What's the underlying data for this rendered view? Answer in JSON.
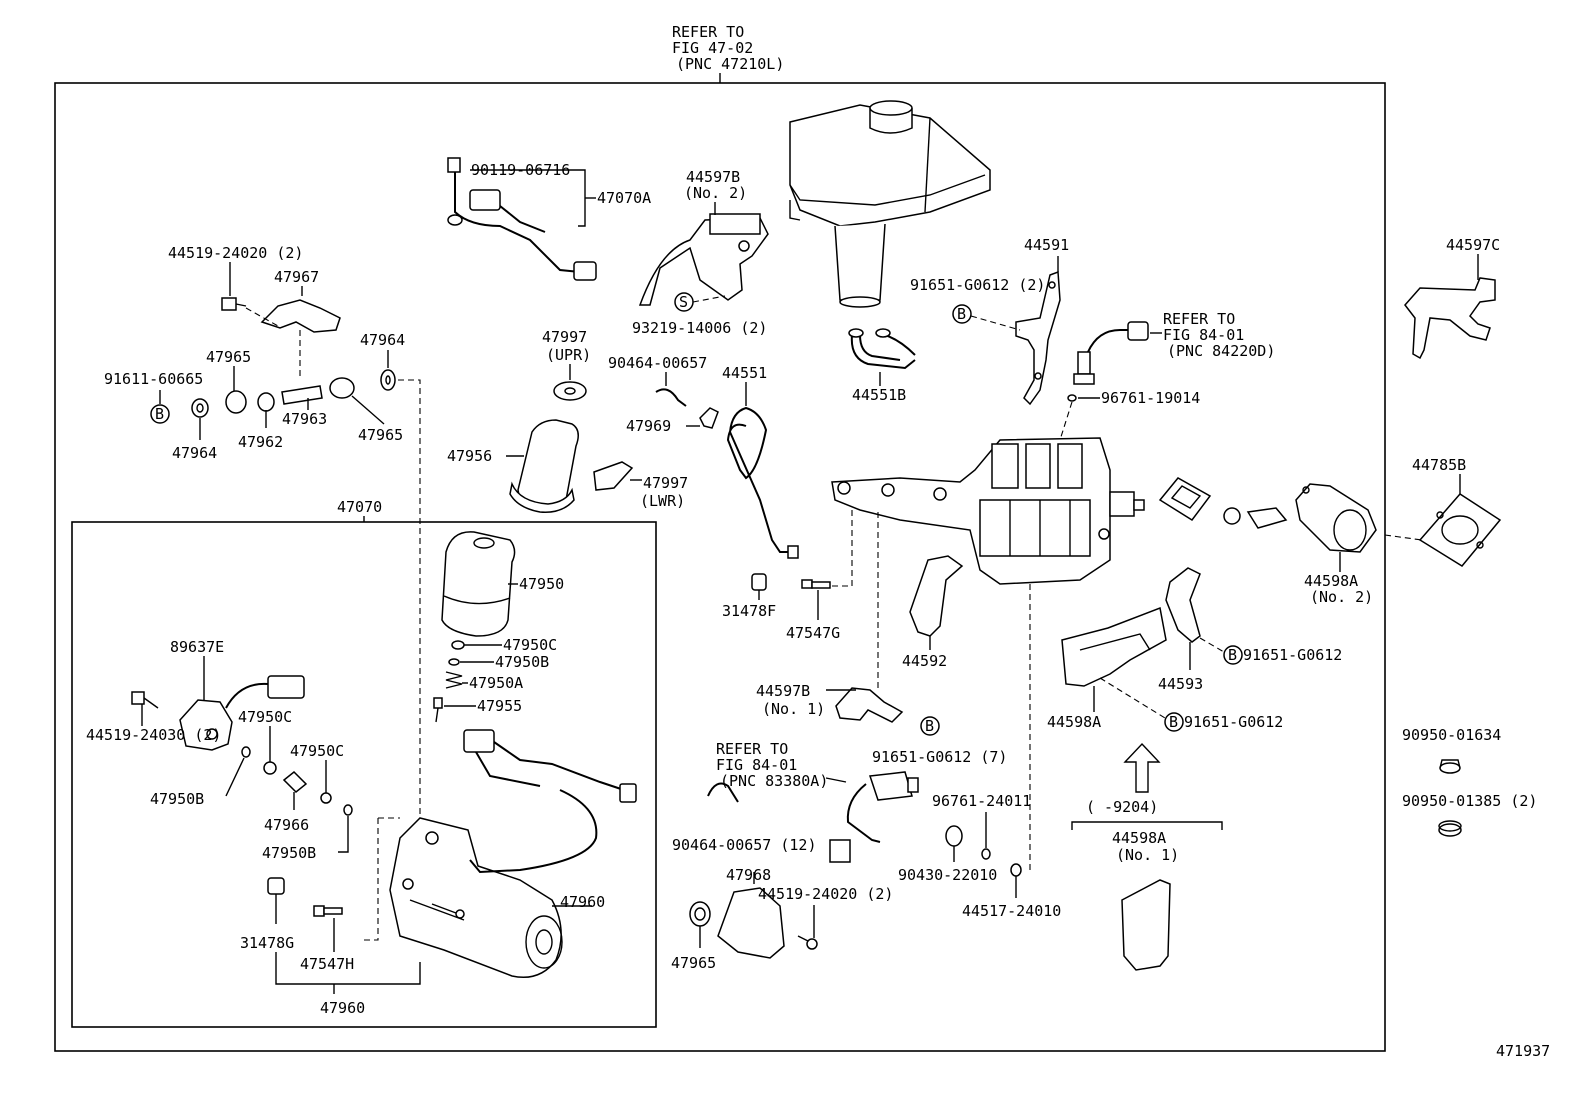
{
  "refs": {
    "top": [
      "REFER TO",
      "FIG 47-02",
      "(PNC 47210L)"
    ],
    "fig8401a": [
      "REFER TO",
      "FIG 84-01",
      "(PNC 84220D)"
    ],
    "fig8401b": [
      "REFER TO",
      "FIG 84-01",
      "(PNC 83380A)"
    ]
  },
  "labels": {
    "p90119": "90119-06716",
    "p47070a": "47070A",
    "p44597b2": "44597B",
    "p44597b2n": "(No. 2)",
    "p93219": "93219-14006 (2)",
    "p44519_24020": "44519-24020 (2)",
    "p47967": "47967",
    "p91611": "91611-60665",
    "p47965a": "47965",
    "p47964a": "47964",
    "p47963": "47963",
    "p47962": "47962",
    "p47964b": "47964",
    "p47965b": "47965",
    "p47997u": "47997",
    "p47997un": "(UPR)",
    "p90464a": "90464-00657",
    "p44551": "44551",
    "p47969": "47969",
    "p47956": "47956",
    "p47997l": "47997",
    "p47997ln": "(LWR)",
    "p44591": "44591",
    "p91651_2": "91651-G0612 (2)",
    "p44551b": "44551B",
    "p96761_19014": "96761-19014",
    "p44597c": "44597C",
    "p44785b": "44785B",
    "p44598a2": "44598A",
    "p44598a2n": "(No. 2)",
    "p47070": "47070",
    "p47950": "47950",
    "p47950c1": "47950C",
    "p47950b1": "47950B",
    "p47950a": "47950A",
    "p47955": "47955",
    "p89637e": "89637E",
    "p44519_24030": "44519-24030 (2)",
    "p47950c2": "47950C",
    "p47950c3": "47950C",
    "p47950b2": "47950B",
    "p47966": "47966",
    "p47950b3": "47950B",
    "p31478g": "31478G",
    "p47547h": "47547H",
    "p47960a": "47960",
    "p47960b": "47960",
    "p31478f": "31478F",
    "p47547g": "47547G",
    "p44592": "44592",
    "p44597b1": "44597B",
    "p44597b1n": "(No. 1)",
    "p91651_7": "91651-G0612 (7)",
    "p91651_r1": "91651-G0612",
    "p91651_r2": "91651-G0612",
    "p44593": "44593",
    "p44598a": "44598A",
    "p90950_01634": "90950-01634",
    "p90950_01385": "90950-01385 (2)",
    "p96761_24011": "96761-24011",
    "p90430": "90430-22010",
    "p44517": "44517-24010",
    "p90464b": "90464-00657 (12)",
    "p47968": "47968",
    "p44519_24020b": "44519-24020 (2)",
    "p47965c": "47965",
    "p9204": "(      -9204)",
    "p44598a1": "44598A",
    "p44598a1n": "(No. 1)",
    "figno": "471937"
  },
  "markers": {
    "bolt": "B",
    "screw": "S"
  }
}
